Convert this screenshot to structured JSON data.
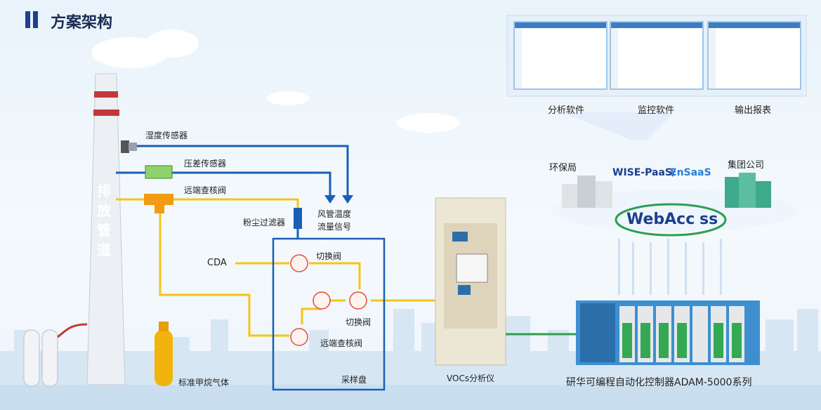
{
  "header": {
    "title": "方案架构"
  },
  "chimney": {
    "chars": [
      "排",
      "放",
      "管",
      "道"
    ]
  },
  "sensors": {
    "humidity": "湿度传感器",
    "pressure": "压差传感器",
    "remote_valve_top": "远端查核阀"
  },
  "pipeline": {
    "dust_filter": "粉尘过滤器",
    "duct_signal_line1": "风管温度",
    "duct_signal_line2": "流量信号",
    "cda": "CDA",
    "switch_valve_1": "切换阀",
    "switch_valve_2": "切换阀",
    "remote_valve_bottom": "远端查核阀",
    "sampling_panel": "采样盘",
    "methane_gas": "标准甲烷气体"
  },
  "analyzer": {
    "label": "VOCs分析仪"
  },
  "software": {
    "analysis": "分析软件",
    "monitoring": "监控软件",
    "report": "输出报表"
  },
  "cloud": {
    "platform_a": "WISE-PaaS/",
    "platform_b": "EnSaaS",
    "epb": "环保局",
    "group": "集团公司",
    "webaccess_a": "WebAcc",
    "webaccess_b": "ss"
  },
  "controller": {
    "label": "研华可编程自动化控制器ADAM-5000系列"
  },
  "colors": {
    "blue_line": "#1a5fb4",
    "yellow_line": "#f5c518",
    "green_line": "#2e9e4f",
    "title_blue": "#1f3f8f"
  }
}
